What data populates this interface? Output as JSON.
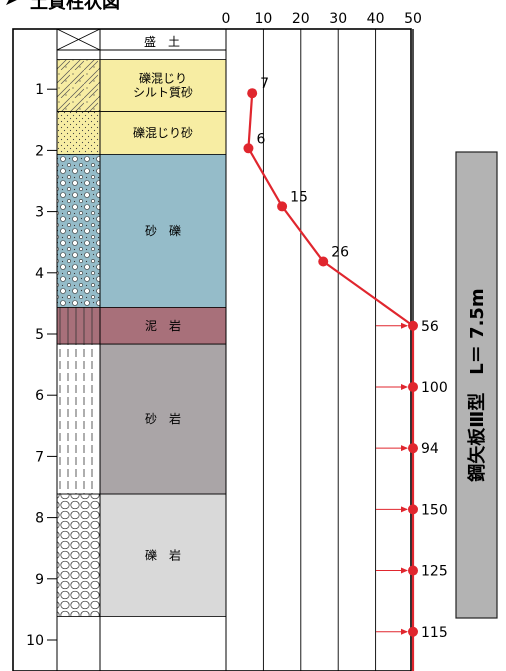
{
  "title": "土質柱状図",
  "n_axis": {
    "ticks": [
      "0",
      "10",
      "20",
      "30",
      "40",
      "50"
    ]
  },
  "depth_axis": {
    "ticks": [
      "1",
      "2",
      "3",
      "4",
      "5",
      "6",
      "7",
      "8",
      "9",
      "10"
    ]
  },
  "column_header": "盛　土",
  "layers": [
    {
      "name": "礫混じり\nシルト質砂",
      "top": 0.45,
      "bottom": 1.3,
      "fill": "#f7eda3",
      "pattern": "silty-sand"
    },
    {
      "name": "礫混じり砂",
      "top": 1.3,
      "bottom": 2.0,
      "fill": "#f7eda3",
      "pattern": "sand"
    },
    {
      "name": "砂　礫",
      "top": 2.0,
      "bottom": 4.5,
      "fill": "#95bcc9",
      "pattern": "gravel"
    },
    {
      "name": "泥　岩",
      "top": 4.5,
      "bottom": 5.1,
      "fill": "#a8707a",
      "pattern": "mudstone"
    },
    {
      "name": "砂　岩",
      "top": 5.1,
      "bottom": 7.55,
      "fill": "#aaa5a7",
      "pattern": "sandstone"
    },
    {
      "name": "礫　岩",
      "top": 7.55,
      "bottom": 9.55,
      "fill": "#d9d9d9",
      "pattern": "conglomerate"
    }
  ],
  "chart_data": {
    "type": "line",
    "x_label_ticks": [
      "0",
      "10",
      "20",
      "30",
      "40",
      "50"
    ],
    "y_label_ticks": [
      "1",
      "2",
      "3",
      "4",
      "5",
      "6",
      "7",
      "8",
      "9",
      "10"
    ],
    "xlim": [
      0,
      50
    ],
    "ylim_depth": [
      0,
      10.5
    ],
    "series": [
      {
        "points": [
          {
            "depth": 1.0,
            "n": 7,
            "label": "7"
          },
          {
            "depth": 1.9,
            "n": 6,
            "label": "6"
          },
          {
            "depth": 2.85,
            "n": 15,
            "label": "15"
          },
          {
            "depth": 3.75,
            "n": 26,
            "label": "26"
          },
          {
            "depth": 4.8,
            "n": 50,
            "label": "56",
            "capped": true
          },
          {
            "depth": 5.8,
            "n": 50,
            "label": "100",
            "capped": true
          },
          {
            "depth": 6.8,
            "n": 50,
            "label": "94",
            "capped": true
          },
          {
            "depth": 7.8,
            "n": 50,
            "label": "150",
            "capped": true
          },
          {
            "depth": 8.8,
            "n": 50,
            "label": "125",
            "capped": true
          },
          {
            "depth": 9.8,
            "n": 50,
            "label": "115",
            "capped": true
          }
        ]
      }
    ],
    "line_color": "#e0262e",
    "grid": true
  },
  "sheet_pile_label": "鋼矢板Ⅲ型　L＝ 7.5m",
  "sheet_pile_fill": "#b3b3b3"
}
